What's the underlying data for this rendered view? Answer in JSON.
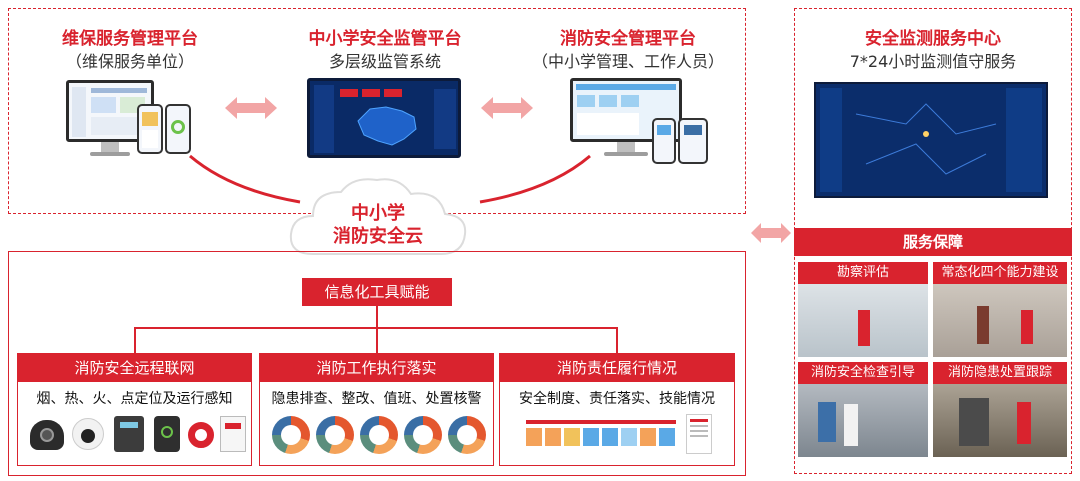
{
  "platforms": {
    "maintenance": {
      "title": "维保服务管理平台",
      "subtitle": "（维保服务单位）"
    },
    "supervision": {
      "title": "中小学安全监管平台",
      "subtitle": "多层级监管系统"
    },
    "fire_mgmt": {
      "title": "消防安全管理平台",
      "subtitle": "（中小学管理、工作人员）"
    }
  },
  "cloud": {
    "line1": "中小学",
    "line2": "消防安全云"
  },
  "monitor_center": {
    "title": "安全监测服务中心",
    "subtitle": "7*24小时监测值守服务"
  },
  "service": {
    "header": "服务保障",
    "photos": [
      {
        "caption": "勘察评估"
      },
      {
        "caption": "常态化四个能力建设"
      },
      {
        "caption": "消防安全检查引导"
      },
      {
        "caption": "消防隐患处置跟踪"
      }
    ]
  },
  "empower": {
    "label": "信息化工具赋能"
  },
  "columns": [
    {
      "header": "消防安全远程联网",
      "desc": "烟、热、火、点定位及运行感知"
    },
    {
      "header": "消防工作执行落实",
      "desc": "隐患排查、整改、值班、处置核警"
    },
    {
      "header": "消防责任履行情况",
      "desc": "安全制度、责任落实、技能情况"
    }
  ],
  "colors": {
    "accent": "#d9232e",
    "arrow": "#f2a5a5",
    "screen_dark": "#0a2a66"
  },
  "icons": [
    "double-arrow-icon",
    "cloud-icon",
    "monitor-icon",
    "phone-icon",
    "camera-icon",
    "donut-chart-icon"
  ]
}
